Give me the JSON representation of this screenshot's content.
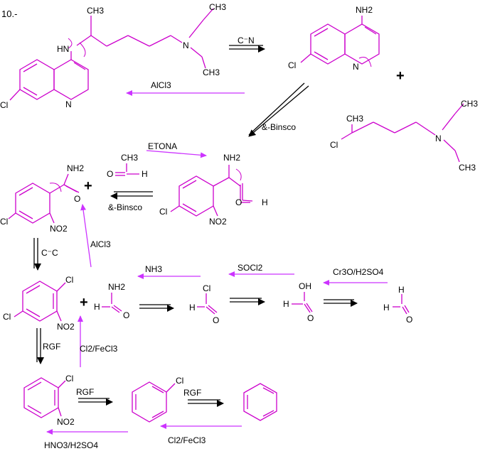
{
  "problem_number": "10.-",
  "colors": {
    "molecule": "#cc00cc",
    "retro_arrow": "#000000",
    "forward_arrow": "#cc33ff",
    "text": "#000000"
  },
  "reagents": {
    "cyanide": "C⁻N",
    "alcl3_top": "AlCl3",
    "binsco_diag": "&-Binsco",
    "etona": "ETONA",
    "binsco_left": "&-Binsco",
    "carbanion": "C⁻C",
    "alcl3_mid": "AlCl3",
    "nh3": "NH3",
    "socl2": "SOCl2",
    "cro3": "Cr3O/H2SO4",
    "rgf_down": "RGF",
    "cl2fecl3_up": "Cl2/FeCl3",
    "rgf_1": "RGF",
    "rgf_2": "RGF",
    "cl2fecl3_bottom": "Cl2/FeCl3",
    "hno3": "HNO3/H2SO4"
  },
  "atoms": {
    "ch3": "CH3",
    "hn": "HN",
    "n": "N",
    "cl": "Cl",
    "nh2": "NH2",
    "no2": "NO2",
    "o": "O",
    "h": "H",
    "oh": "OH"
  }
}
